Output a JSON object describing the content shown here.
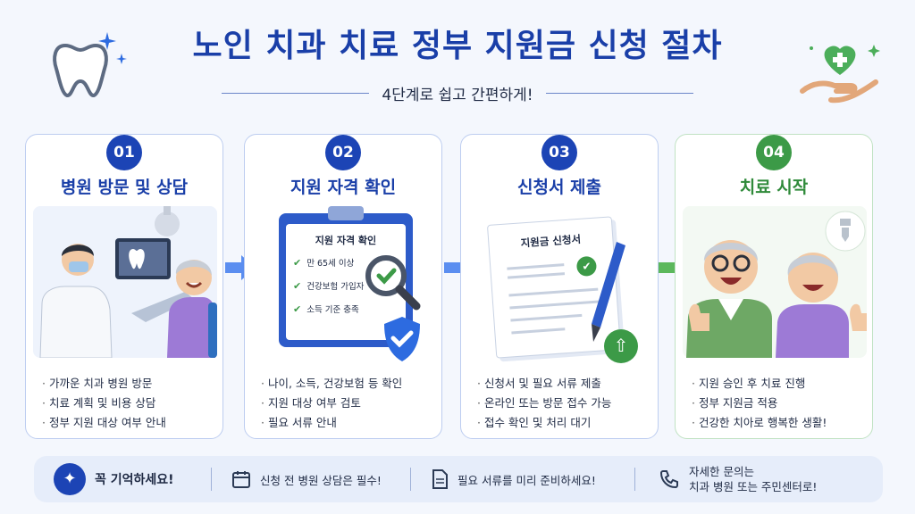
{
  "header": {
    "title": "노인 치과 치료 정부 지원금 신청 절차",
    "subtitle": "4단계로 쉽고 간편하게!"
  },
  "steps": [
    {
      "number": "01",
      "title": "병원 방문 및 상담",
      "bullets": [
        "가까운 치과 병원 방문",
        "치료 계획 및 비용 상담",
        "정부 지원 대상 여부 안내"
      ]
    },
    {
      "number": "02",
      "title": "지원 자격 확인",
      "clipboard_title": "지원 자격 확인",
      "checklist": [
        "만 65세 이상",
        "건강보험 가입자",
        "소득 기준 충족"
      ],
      "bullets": [
        "나이, 소득, 건강보험 등 확인",
        "지원 대상 여부 검토",
        "필요 서류 안내"
      ]
    },
    {
      "number": "03",
      "title": "신청서 제출",
      "doc_title": "지원금 신청서",
      "bullets": [
        "신청서 및 필요 서류 제출",
        "온라인 또는 방문 접수 가능",
        "접수 확인 및 처리 대기"
      ]
    },
    {
      "number": "04",
      "title": "치료 시작",
      "bullets": [
        "지원 승인 후 치료 진행",
        "정부 지원금 적용",
        "건강한 치아로 행복한 생활!"
      ]
    }
  ],
  "footer": {
    "remember": "꼭 기억하세요!",
    "tip1": "신청 전 병원 상담은 필수!",
    "tip2": "필요 서류를 미리 준비하세요!",
    "contact_line1": "자세한 문의는",
    "contact_line2": "치과 병원 또는 주민센터로!"
  },
  "colors": {
    "primary": "#1c44b5",
    "green": "#3c9a47",
    "arrow_blue": "#5b8ef0",
    "arrow_green": "#5cb85c"
  }
}
